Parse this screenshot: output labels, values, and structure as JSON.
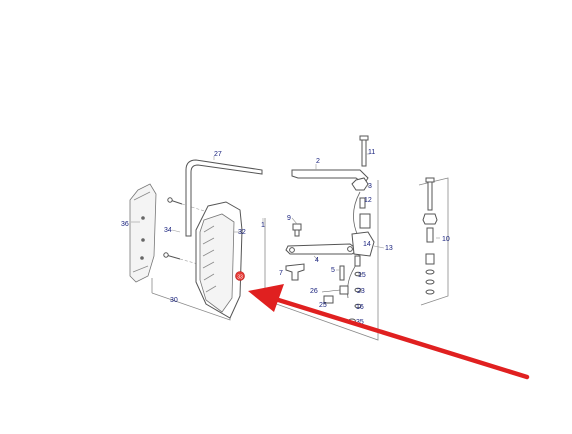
{
  "labels": [
    {
      "id": "27",
      "text": "27"
    },
    {
      "id": "2",
      "text": "2"
    },
    {
      "id": "11",
      "text": "11"
    },
    {
      "id": "3",
      "text": "3"
    },
    {
      "id": "12",
      "text": "12"
    },
    {
      "id": "36",
      "text": "36"
    },
    {
      "id": "34",
      "text": "34"
    },
    {
      "id": "32",
      "text": "32"
    },
    {
      "id": "1",
      "text": "1"
    },
    {
      "id": "9",
      "text": "9"
    },
    {
      "id": "14",
      "text": "14"
    },
    {
      "id": "13",
      "text": "13"
    },
    {
      "id": "10",
      "text": "10"
    },
    {
      "id": "4",
      "text": "4"
    },
    {
      "id": "5",
      "text": "5"
    },
    {
      "id": "15",
      "text": "15"
    },
    {
      "id": "7",
      "text": "7"
    },
    {
      "id": "23",
      "text": "23"
    },
    {
      "id": "26",
      "text": "26"
    },
    {
      "id": "25",
      "text": "25"
    },
    {
      "id": "16",
      "text": "16"
    },
    {
      "id": "35",
      "text": "35"
    },
    {
      "id": "30",
      "text": "30"
    }
  ],
  "highlight_marker": {
    "text": "33",
    "color": "#e53935"
  },
  "arrow": {
    "color": "#e02020"
  }
}
